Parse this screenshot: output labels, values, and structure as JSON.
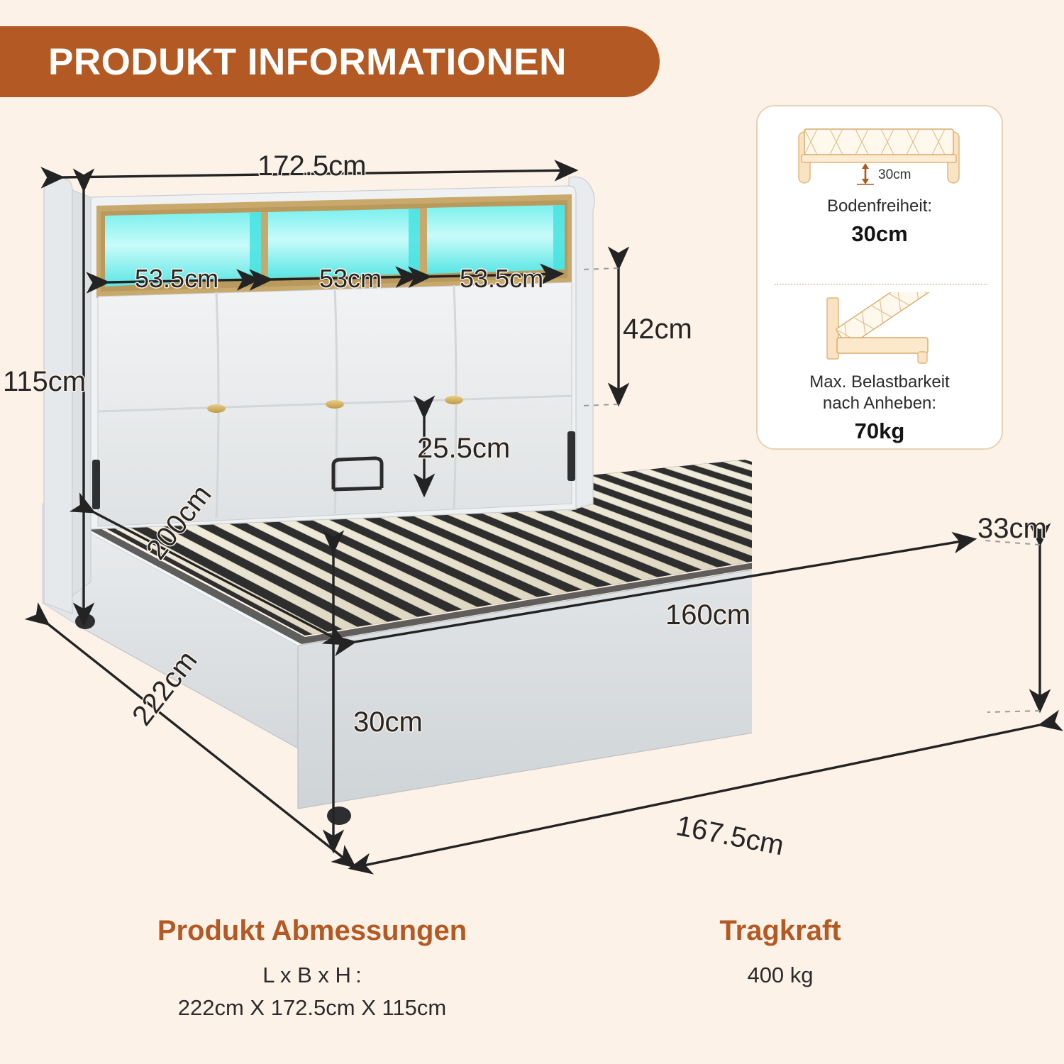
{
  "header": {
    "title": "PRODUKT INFORMATIONEN",
    "bg_color": "#B35A24",
    "text_color": "#FFFFFF"
  },
  "page": {
    "background_color": "#FDF2E8",
    "unit": "cm"
  },
  "info_card": {
    "border_color": "#E8D2B6",
    "sections": [
      {
        "icon": "bed-side-clearance-icon",
        "icon_dimension": "30cm",
        "label": "Bodenfreiheit:",
        "value": "30cm"
      },
      {
        "icon": "bed-lift-up-storage-icon",
        "label_line1": "Max. Belastbarkeit",
        "label_line2": "nach Anheben:",
        "value": "70kg"
      }
    ]
  },
  "diagram": {
    "product": "upholstered-storage-bed",
    "dimensions": {
      "headboard_width": "172.5cm",
      "shelf_left": "53.5cm",
      "shelf_middle": "53cm",
      "shelf_right": "53.5cm",
      "total_height": "115cm",
      "headboard_pad_height": "42cm",
      "headboard_to_slats": "25.5cm",
      "frame_length_inner": "200cm",
      "frame_length_outer": "222cm",
      "frame_width_inner": "160cm",
      "frame_width_outer": "167.5cm",
      "frame_side_height": "30cm",
      "frame_total_height": "33cm"
    },
    "colors": {
      "upholstery": "#E7E9EA",
      "led_glow": "#5CE8E6",
      "shelf_frame": "#C8A96B",
      "slats": "#EFE9D8",
      "dimension_line": "#232323"
    }
  },
  "summary": {
    "left": {
      "title": "Produkt Abmessungen",
      "line1": "L x B x H :",
      "line2": "222cm X 172.5cm X 115cm"
    },
    "right": {
      "title": "Tragkraft",
      "line1": "400 kg"
    }
  }
}
